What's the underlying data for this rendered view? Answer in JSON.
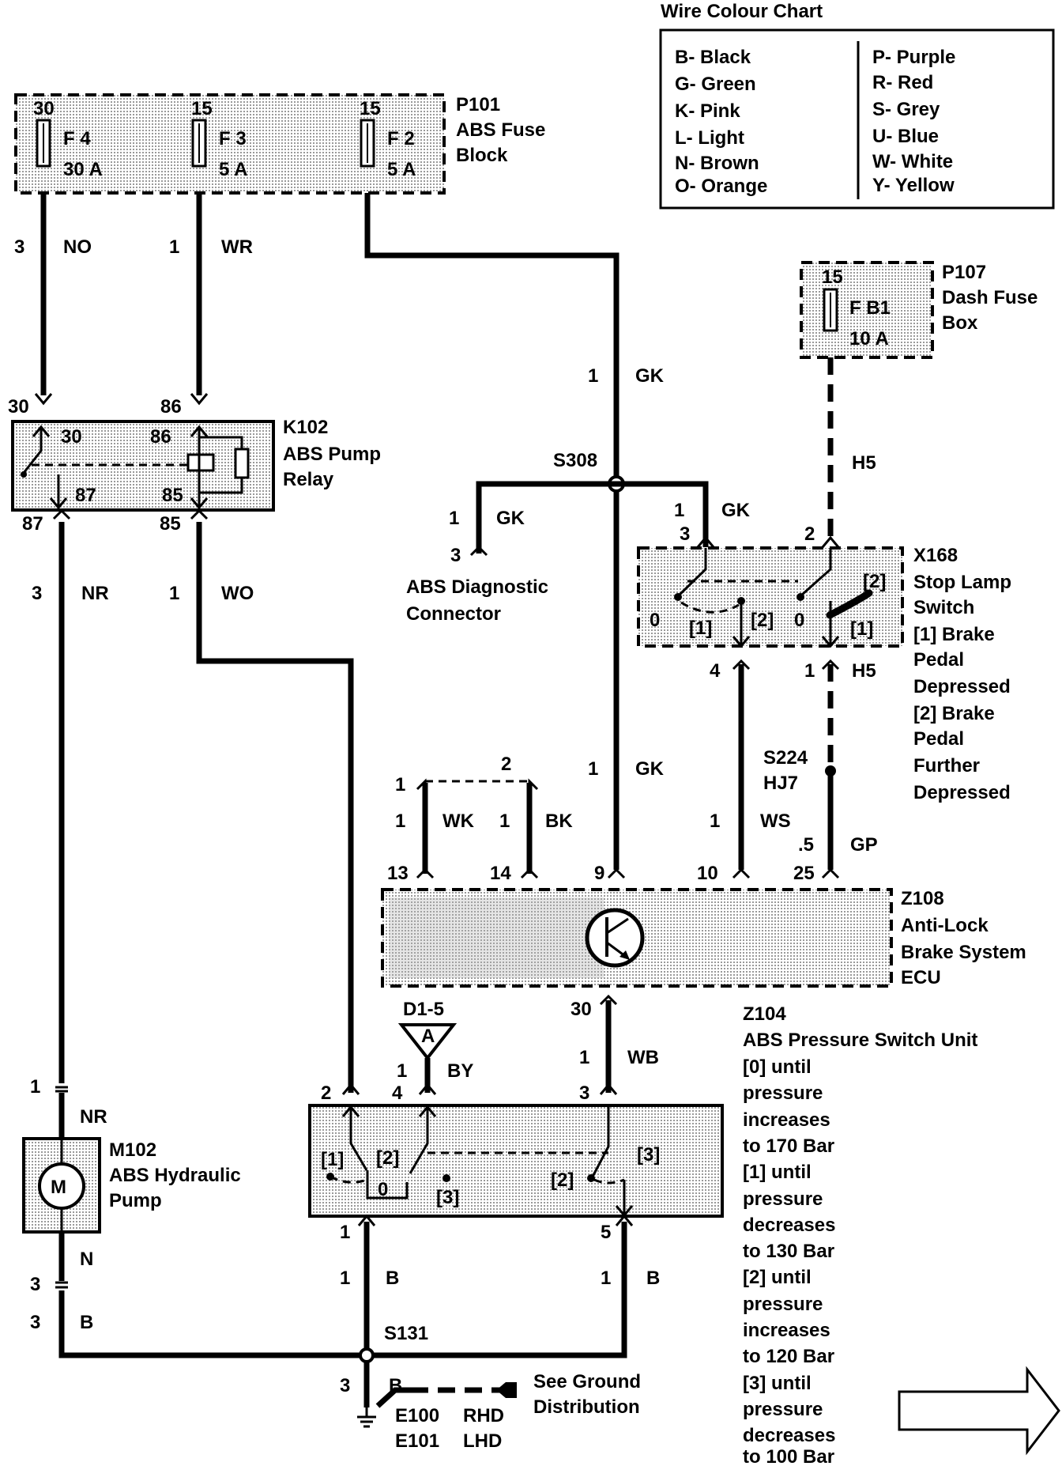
{
  "legend": {
    "title": "Wire Colour Chart",
    "left": [
      "B- Black",
      "G- Green",
      "K- Pink",
      "L- Light",
      "N- Brown",
      "O- Orange"
    ],
    "right": [
      "P- Purple",
      "R- Red",
      "S- Grey",
      "U- Blue",
      "W- White",
      "Y- Yellow"
    ]
  },
  "p101": {
    "id": "P101",
    "name1": "ABS Fuse",
    "name2": "Block",
    "fuses": [
      {
        "pin": "30",
        "name": "F 4",
        "rating": "30 A"
      },
      {
        "pin": "15",
        "name": "F 3",
        "rating": "5 A"
      },
      {
        "pin": "15",
        "name": "F 2",
        "rating": "5 A"
      }
    ]
  },
  "p107": {
    "id": "P107",
    "name1": "Dash Fuse",
    "name2": "Box",
    "pin": "15",
    "fuse": "F B1",
    "rating": "10 A"
  },
  "k102": {
    "id": "K102",
    "name1": "ABS Pump",
    "name2": "Relay",
    "pins": {
      "p30": "30",
      "p86": "86",
      "p87": "87",
      "p85": "85"
    }
  },
  "x168": {
    "id": "X168",
    "lines": [
      "Stop Lamp",
      "Switch",
      "[1] Brake",
      "Pedal",
      "Depressed",
      "[2] Brake",
      "Pedal",
      "Further",
      "Depressed"
    ],
    "pins": {
      "p3": "3",
      "p2": "2",
      "p4": "4",
      "p1": "1"
    },
    "labels": {
      "zero": "0",
      "one": "[1]",
      "two": "[2]"
    }
  },
  "z108": {
    "id": "Z108",
    "lines": [
      "Anti-Lock",
      "Brake System",
      "ECU"
    ],
    "pins": {
      "p13": "13",
      "p14": "14",
      "p9": "9",
      "p10": "10",
      "p25": "25",
      "p30": "30"
    }
  },
  "z104": {
    "id": "Z104",
    "lines": [
      "ABS Pressure Switch Unit",
      "[0] until",
      "pressure",
      "increases",
      "to 170 Bar",
      "[1] until",
      "pressure",
      "decreases",
      "to 130 Bar",
      "[2] until",
      "pressure",
      "increases",
      "to 120 Bar",
      "[3] until",
      "pressure",
      "decreases",
      "to 100 Bar"
    ],
    "pins": {
      "p2": "2",
      "p4": "4",
      "p3": "3",
      "p1": "1",
      "p5": "5"
    },
    "labels": {
      "one": "[1]",
      "two": "[2]",
      "zero": "0",
      "three": "[3]"
    }
  },
  "m102": {
    "id": "M102",
    "name1": "ABS Hydraulic",
    "name2": "Pump",
    "symbol": "M",
    "pin_top": "1",
    "pin_bottom": "3"
  },
  "diag": {
    "name1": "ABS Diagnostic",
    "name2": "Connector",
    "pin": "3"
  },
  "wires": {
    "no": {
      "size": "3",
      "colour": "NO"
    },
    "wr": {
      "size": "1",
      "colour": "WR"
    },
    "gk1": {
      "size": "1",
      "colour": "GK"
    },
    "h5a": {
      "colour": "H5"
    },
    "gk_diag": {
      "size": "1",
      "colour": "GK"
    },
    "gk_sw": {
      "size": "1",
      "colour": "GK"
    },
    "nr": {
      "size": "3",
      "colour": "NR"
    },
    "wo": {
      "size": "1",
      "colour": "WO"
    },
    "h5b": {
      "colour": "H5"
    },
    "gk2": {
      "size": "1",
      "colour": "GK"
    },
    "wk": {
      "size": "1",
      "colour": "WK"
    },
    "bk": {
      "size": "1",
      "colour": "BK"
    },
    "wk_top": {
      "size": "1"
    },
    "bridge": {
      "size": "2"
    },
    "ws": {
      "size": "1",
      "colour": "WS"
    },
    "gp": {
      "size": ".5",
      "colour": "GP"
    },
    "wb": {
      "size": "1",
      "colour": "WB"
    },
    "by": {
      "size": "1",
      "colour": "BY"
    },
    "nr2": {
      "colour": "NR"
    },
    "n": {
      "colour": "N"
    },
    "b_m": {
      "size": "3",
      "colour": "B"
    },
    "b1": {
      "size": "1",
      "colour": "B"
    },
    "b2": {
      "size": "1",
      "colour": "B"
    },
    "b_gnd": {
      "size": "3",
      "colour": "B"
    }
  },
  "splices": {
    "s308": "S308",
    "s224": "S224",
    "hj7": "HJ7",
    "s131": "S131"
  },
  "ref": {
    "id": "D1-5",
    "letter": "A"
  },
  "ground": {
    "e100": "E100",
    "rhd": "RHD",
    "e101": "E101",
    "lhd": "LHD",
    "note1": "See Ground",
    "note2": "Distribution"
  }
}
